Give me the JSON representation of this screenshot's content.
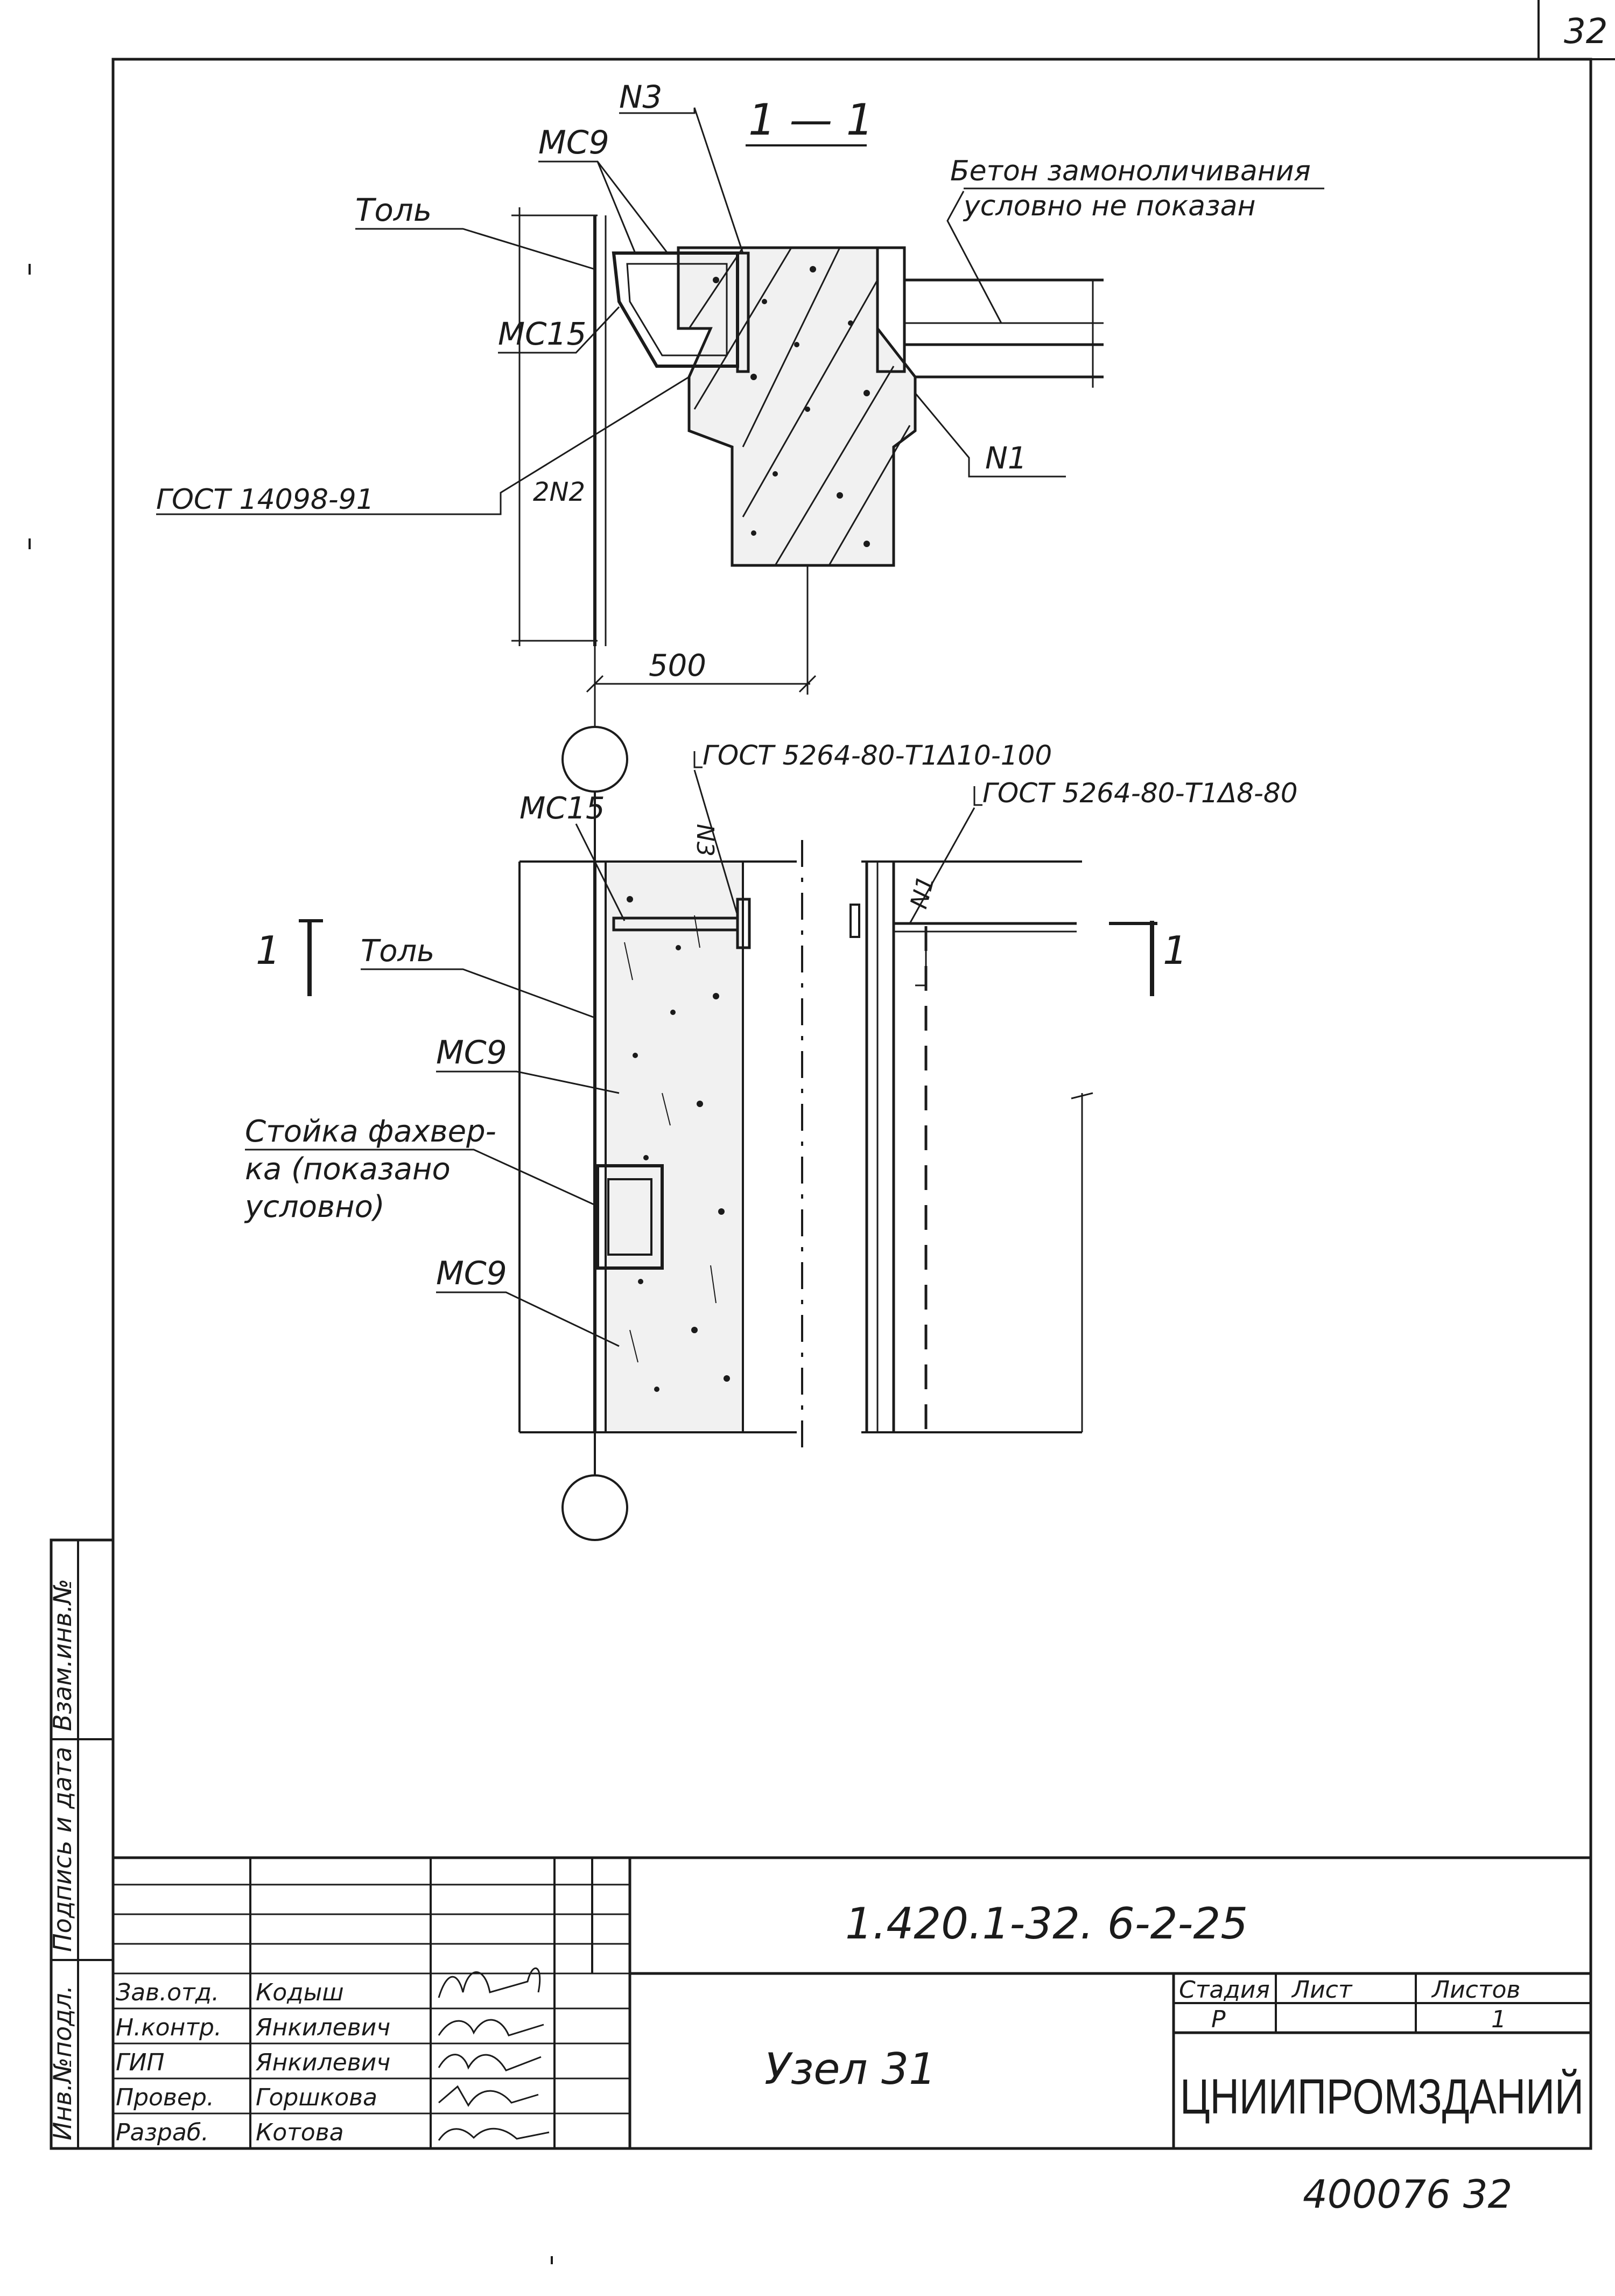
{
  "sheet_number_corner": "32",
  "section_title": "1 — 1",
  "section_labels": {
    "mark_n3": "N3",
    "mark_mc9": "MC9",
    "mark_mc15": "MC15",
    "tol": "Толь",
    "note_line1": "Бетон замоноличивания",
    "note_line2": "условно не показан",
    "gost_1": "ГОСТ 14098-91",
    "weld_2n2": "2N2",
    "mark_n1": "N1",
    "dim_500": "500"
  },
  "plan_labels": {
    "gost_2": "ГОСТ 5264-80-Т1Δ10-100",
    "gost_3": "ГОСТ 5264-80-Т1Δ8-80",
    "mark_mc15": "MC15",
    "mark_n3": "N3",
    "mark_n1": "N1",
    "tol": "Толь",
    "mark_mc9_a": "MC9",
    "stoyka_line1": "Стойка фахвер-",
    "stoyka_line2": "ка (показано",
    "stoyka_line3": "условно)",
    "mark_mc9_b": "MC9",
    "cut_left": "1",
    "cut_right": "1"
  },
  "side_stamp": {
    "inv_podl": "Инв.№подл.",
    "podpis_data": "Подпись и дата",
    "vzam_inv": "Взам.инв.№"
  },
  "title_block": {
    "doc_code": "1.420.1-32. 6-2-25",
    "title": "Узел 31",
    "roles": [
      {
        "role": "Зав.отд.",
        "name": "Кодыш"
      },
      {
        "role": "Н.контр.",
        "name": "Янкилевич"
      },
      {
        "role": "ГИП",
        "name": "Янкилевич"
      },
      {
        "role": "Провер.",
        "name": "Горшкова"
      },
      {
        "role": "Разраб.",
        "name": "Котова"
      }
    ],
    "stage_header": "Стадия",
    "sheet_header": "Лист",
    "sheets_header": "Листов",
    "stage_value": "Р",
    "sheet_value": "",
    "sheets_value": "1",
    "organization": "ЦНИИПРОМЗДАНИЙ"
  },
  "archive_number": "400076 32"
}
